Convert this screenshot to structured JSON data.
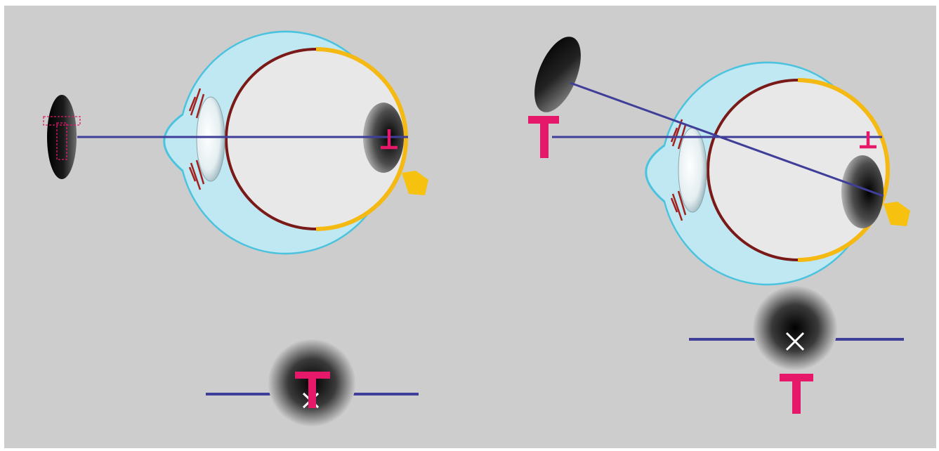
{
  "colors": {
    "background": "#cdcdcd",
    "sight_line": "#3f3e99",
    "target_marker": "#e5186a",
    "cornea_outline": "#4cc3de",
    "sclera_fill": "#bfe8f2",
    "choroid": "#7a1a18",
    "retina_band": "#f5b914",
    "optic_nerve": "#f6c20f",
    "iris_fiber": "#a3201e",
    "lens_fill": "#e4eef1",
    "vitreous_fill": "#e8e8e8",
    "center_mark": "#ffffff"
  },
  "panels": [
    {
      "id": "normal-fixation",
      "state": "target on fovea"
    },
    {
      "id": "deviated-eye",
      "state": "target off fovea"
    }
  ],
  "icons": [
    "eye-cross-section-icon",
    "target-t-icon",
    "fovea-x-icon",
    "optic-nerve-icon",
    "lens-icon"
  ]
}
